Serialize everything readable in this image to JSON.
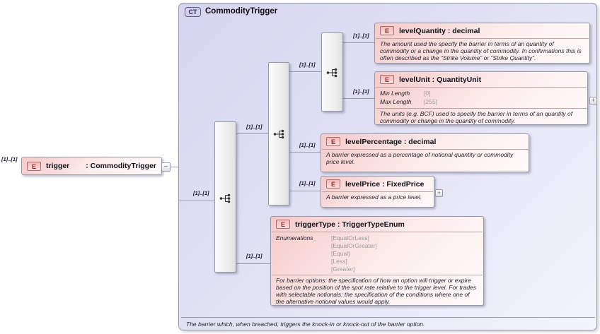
{
  "cardinality_label": "[1]..[1]",
  "badges": {
    "element": "E",
    "complex_type": "CT",
    "collapse": "−",
    "expand": "+"
  },
  "root_element": {
    "name": "trigger",
    "type": ": CommodityTrigger"
  },
  "complex_type": {
    "title": "CommodityTrigger",
    "documentation": "The barrier which, when breached, triggers the knock-in or knock-out of the barrier option."
  },
  "elements": {
    "levelQuantity": {
      "title": "levelQuantity : decimal",
      "doc": "The amount used the specify the barrier in terms of an quantity of commodity or a change in the quantity of commodity. In confirmations this is often described as the “Strike Volume” or “Strike Quantity”."
    },
    "levelUnit": {
      "title": "levelUnit : QuantityUnit",
      "facets": [
        {
          "label": "Min Length",
          "value": "[0]"
        },
        {
          "label": "Max Length",
          "value": "[255]"
        }
      ],
      "doc": "The units (e.g. BCF) used to specify the barrier in terms of an quantity of commodity or change in the quantity of commodity."
    },
    "levelPercentage": {
      "title": "levelPercentage : decimal",
      "doc": "A barrier expressed as a percentage of notional quantity or commodity price level."
    },
    "levelPrice": {
      "title": "levelPrice : FixedPrice",
      "doc": "A barrier expressed as a price level."
    },
    "triggerType": {
      "title": "triggerType : TriggerTypeEnum",
      "enum_label": "Enumerations",
      "enums": [
        "[EqualOrLess]",
        "[EqualOrGreater]",
        "[Equal]",
        "[Less]",
        "[Greater]"
      ],
      "doc": "For barrier options: the specification of how an option will trigger or expire based on the position of the spot rate relative to the trigger level. For trades with selectable notionals: the specification of the conditions where one of the alternative notional values would apply."
    }
  }
}
